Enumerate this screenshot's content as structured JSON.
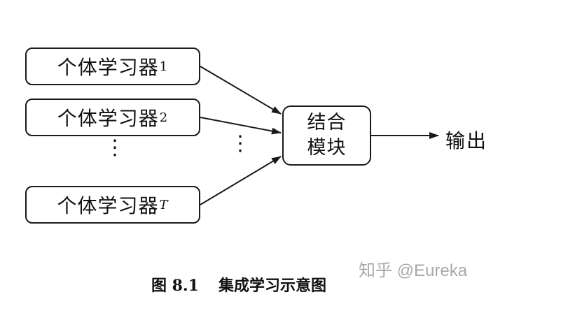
{
  "learners": [
    {
      "label": "个体学习器",
      "subscript": "1"
    },
    {
      "label": "个体学习器",
      "subscript": "2"
    },
    {
      "label": "个体学习器",
      "subscript": "T"
    }
  ],
  "ellipsis": "⋮",
  "combiner": {
    "line1": "结合",
    "line2": "模块"
  },
  "output": "输出",
  "caption": {
    "figure_number": "图 8.1",
    "title": "集成学习示意图"
  },
  "watermark": "知乎 @Eureka",
  "colors": {
    "ink": "#1a1a1a",
    "watermark": "#9a9a9a"
  }
}
